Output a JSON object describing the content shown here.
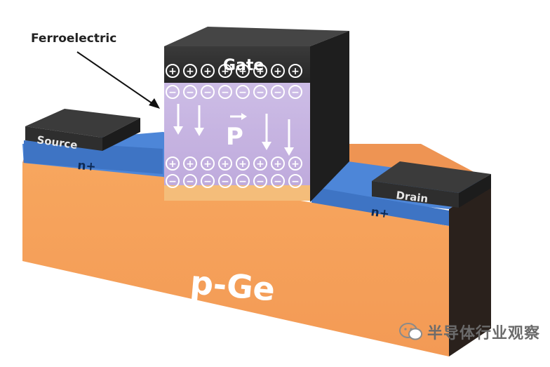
{
  "labels": {
    "ferroelectric": "Ferroelectric",
    "gate": "Gate",
    "source": "Source",
    "drain": "Drain",
    "n_plus_left": "n+",
    "n_plus_right": "n+",
    "substrate": "p-Ge",
    "polarization": "P"
  },
  "charges": {
    "top_row": "+",
    "upper_middle_row": "−",
    "lower_middle_row": "+",
    "bottom_row": "−"
  },
  "watermark": {
    "text": "半导体行业观察",
    "icon": "wechat-logo-icon"
  },
  "colors": {
    "substrate_front": "#f5a05a",
    "substrate_top": "#f0955a",
    "substrate_side": "#2a211c",
    "n_plus_blue": "#4a83d6",
    "gate_dark": "#2c2c2c",
    "ferro_purple": "#c8b6e2",
    "charge_orange": "#f2b56e"
  }
}
